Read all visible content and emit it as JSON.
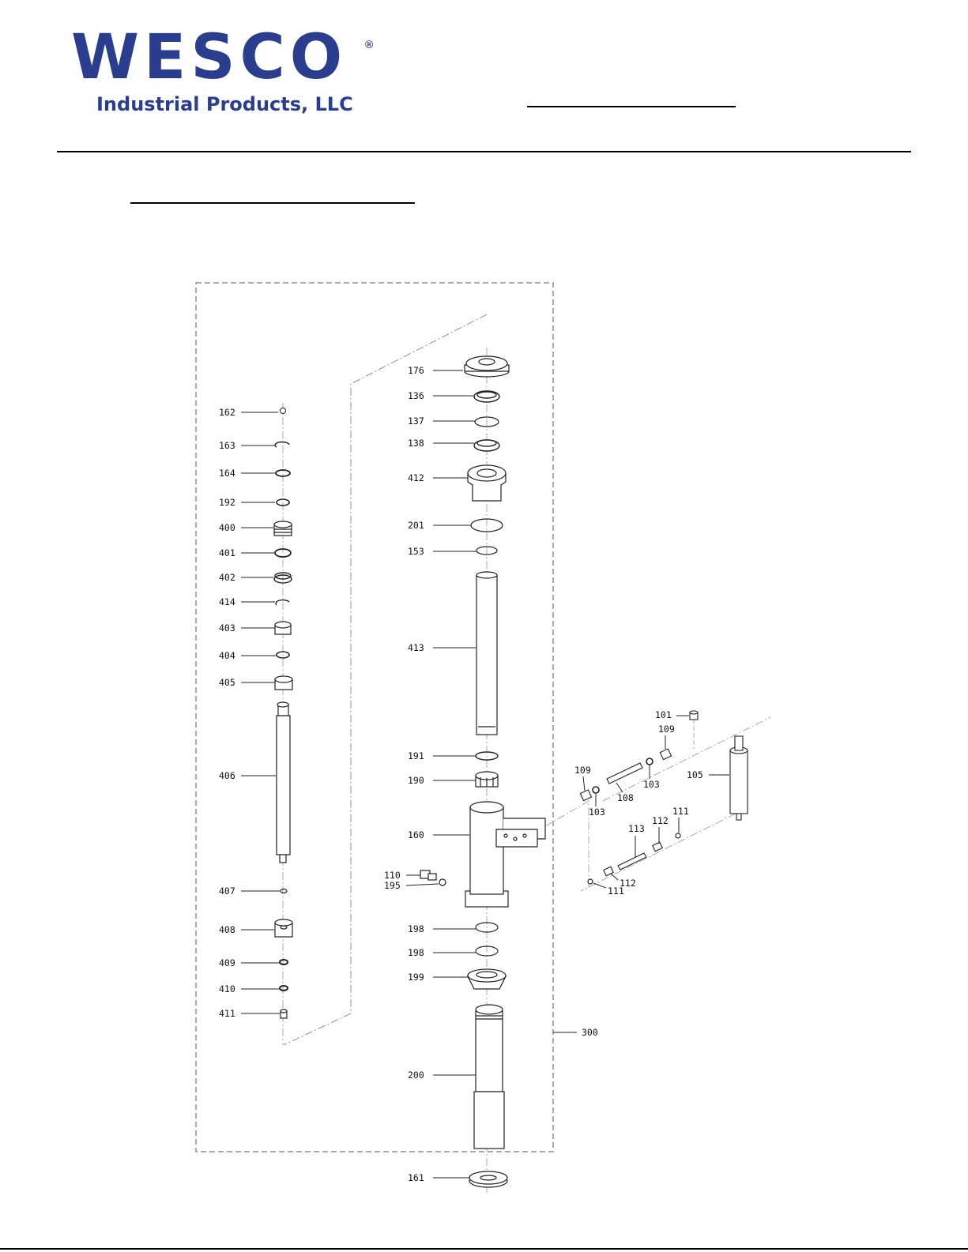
{
  "logo": {
    "wordmark": "WESCO",
    "registered_mark": "®",
    "subtitle": "Industrial Products, LLC",
    "brand_color": "#2b3d8f"
  },
  "assembly_callout": "300",
  "parts": {
    "left_column": [
      "162",
      "163",
      "164",
      "192",
      "400",
      "401",
      "402",
      "414",
      "403",
      "404",
      "405",
      "406",
      "407",
      "408",
      "409",
      "410",
      "411"
    ],
    "center_column": [
      "176",
      "136",
      "137",
      "138",
      "412",
      "201",
      "153",
      "413",
      "191",
      "190",
      "160",
      "198",
      "198",
      "199",
      "200",
      "161"
    ],
    "fittings": [
      "110",
      "195"
    ],
    "handle_assembly": [
      "101",
      "109",
      "109",
      "103",
      "103",
      "108",
      "105",
      "113",
      "112",
      "112",
      "111",
      "111"
    ]
  }
}
